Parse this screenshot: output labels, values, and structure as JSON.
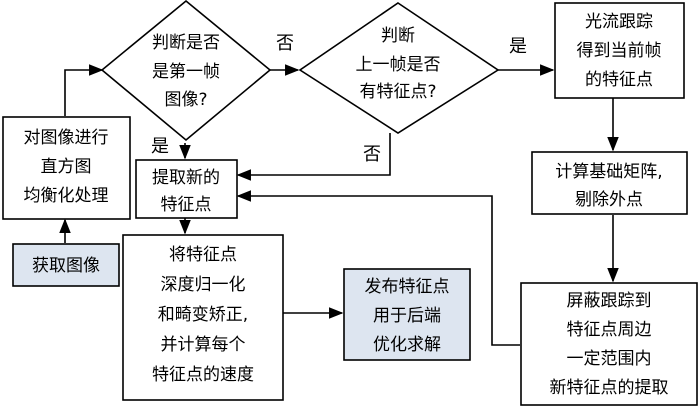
{
  "diagram": {
    "acquire_image": "获取图像",
    "histogram_eq": [
      "对图像进行",
      "直方图",
      "均衡化处理"
    ],
    "is_first_frame": [
      "判断是否",
      "是第一帧",
      "图像?"
    ],
    "prev_has_features": [
      "判断",
      "上一帧是否",
      "有特征点?"
    ],
    "optical_flow": [
      "光流跟踪",
      "得到当前帧",
      "的特征点"
    ],
    "fundamental_matrix": [
      "计算基础矩阵,",
      "剔除外点"
    ],
    "mask_tracked": [
      "屏蔽跟踪到",
      "特征点周边",
      "一定范围内",
      "新特征点的提取"
    ],
    "extract_new": [
      "提取新的",
      "特征点"
    ],
    "normalize": [
      "将特征点",
      "深度归一化",
      "和畸变矫正,",
      "并计算每个",
      "特征点的速度"
    ],
    "publish": [
      "发布特征点",
      "用于后端",
      "优化求解"
    ],
    "label_yes": "是",
    "label_no": "否"
  }
}
